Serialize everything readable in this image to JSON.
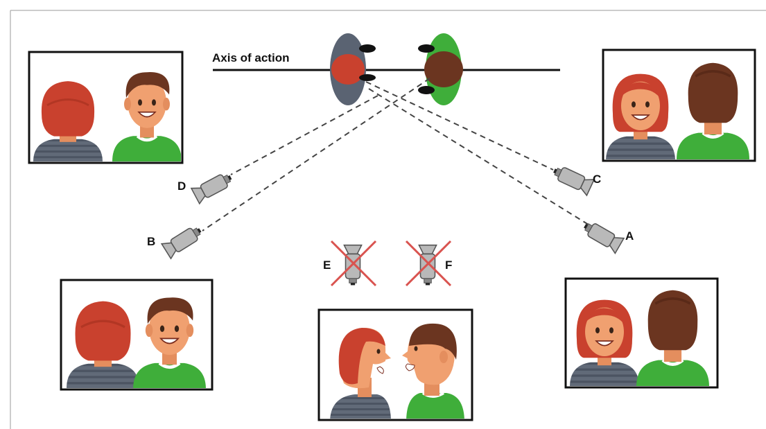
{
  "axis": {
    "label": "Axis of action"
  },
  "cameras": {
    "D": "D",
    "B": "B",
    "C": "C",
    "A": "A",
    "E": "E",
    "F": "F"
  },
  "colors": {
    "woman_hair": "#c9412e",
    "man_hair": "#6b3520",
    "skin": "#f0a070",
    "shirt_stripe_dark": "#5a6372",
    "shirt_stripe_light": "#7a8290",
    "shirt_green": "#3fae3a",
    "camera_body": "#b9b9b9",
    "cross": "#d9534f"
  },
  "icons": {
    "camera": "video-camera-icon",
    "forbidden": "cross-icon"
  }
}
